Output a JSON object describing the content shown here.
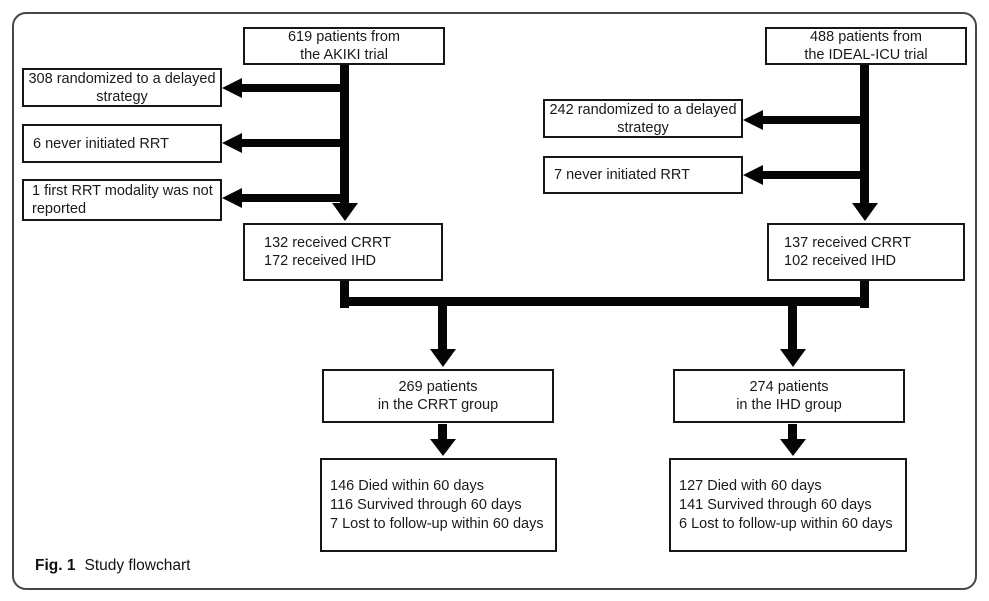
{
  "figure": {
    "caption_label": "Fig. 1",
    "caption_title": "Study flowchart"
  },
  "flowchart": {
    "akiki_source": {
      "line1": "619 patients from",
      "line2": "the AKIKI trial"
    },
    "ideal_source": {
      "line1": "488 patients from",
      "line2": "the IDEAL-ICU trial"
    },
    "akiki_excluded_randomized": {
      "line1": "308 randomized to a delayed",
      "line2": "strategy"
    },
    "akiki_excluded_never_rrt": {
      "line1": "6 never initiated RRT"
    },
    "akiki_excluded_modality_not_reported": {
      "line1": "1 first RRT modality was not",
      "line2": "reported"
    },
    "ideal_excluded_randomized": {
      "line1": "242 randomized to a delayed",
      "line2": "strategy"
    },
    "ideal_excluded_never_rrt": {
      "line1": "7 never initiated RRT"
    },
    "akiki_modality": {
      "line1": "132 received CRRT",
      "line2": "172 received IHD"
    },
    "ideal_modality": {
      "line1": "137 received CRRT",
      "line2": "102 received IHD"
    },
    "crrt_group": {
      "line1": "269 patients",
      "line2": "in the CRRT group"
    },
    "ihd_group": {
      "line1": "274 patients",
      "line2": "in the IHD group"
    },
    "crrt_outcomes": {
      "line1": "146 Died within 60 days",
      "line2": "116 Survived through 60 days",
      "line3": "7 Lost to follow-up within 60 days"
    },
    "ihd_outcomes": {
      "line1": "127 Died with 60 days",
      "line2": "141 Survived through 60 days",
      "line3": "6 Lost to follow-up within 60 days"
    }
  },
  "colors": {
    "background": "#ffffff",
    "box_border": "#161616",
    "connector": "#050505",
    "figure_border": "#474747",
    "text": "#1a1a1a"
  }
}
